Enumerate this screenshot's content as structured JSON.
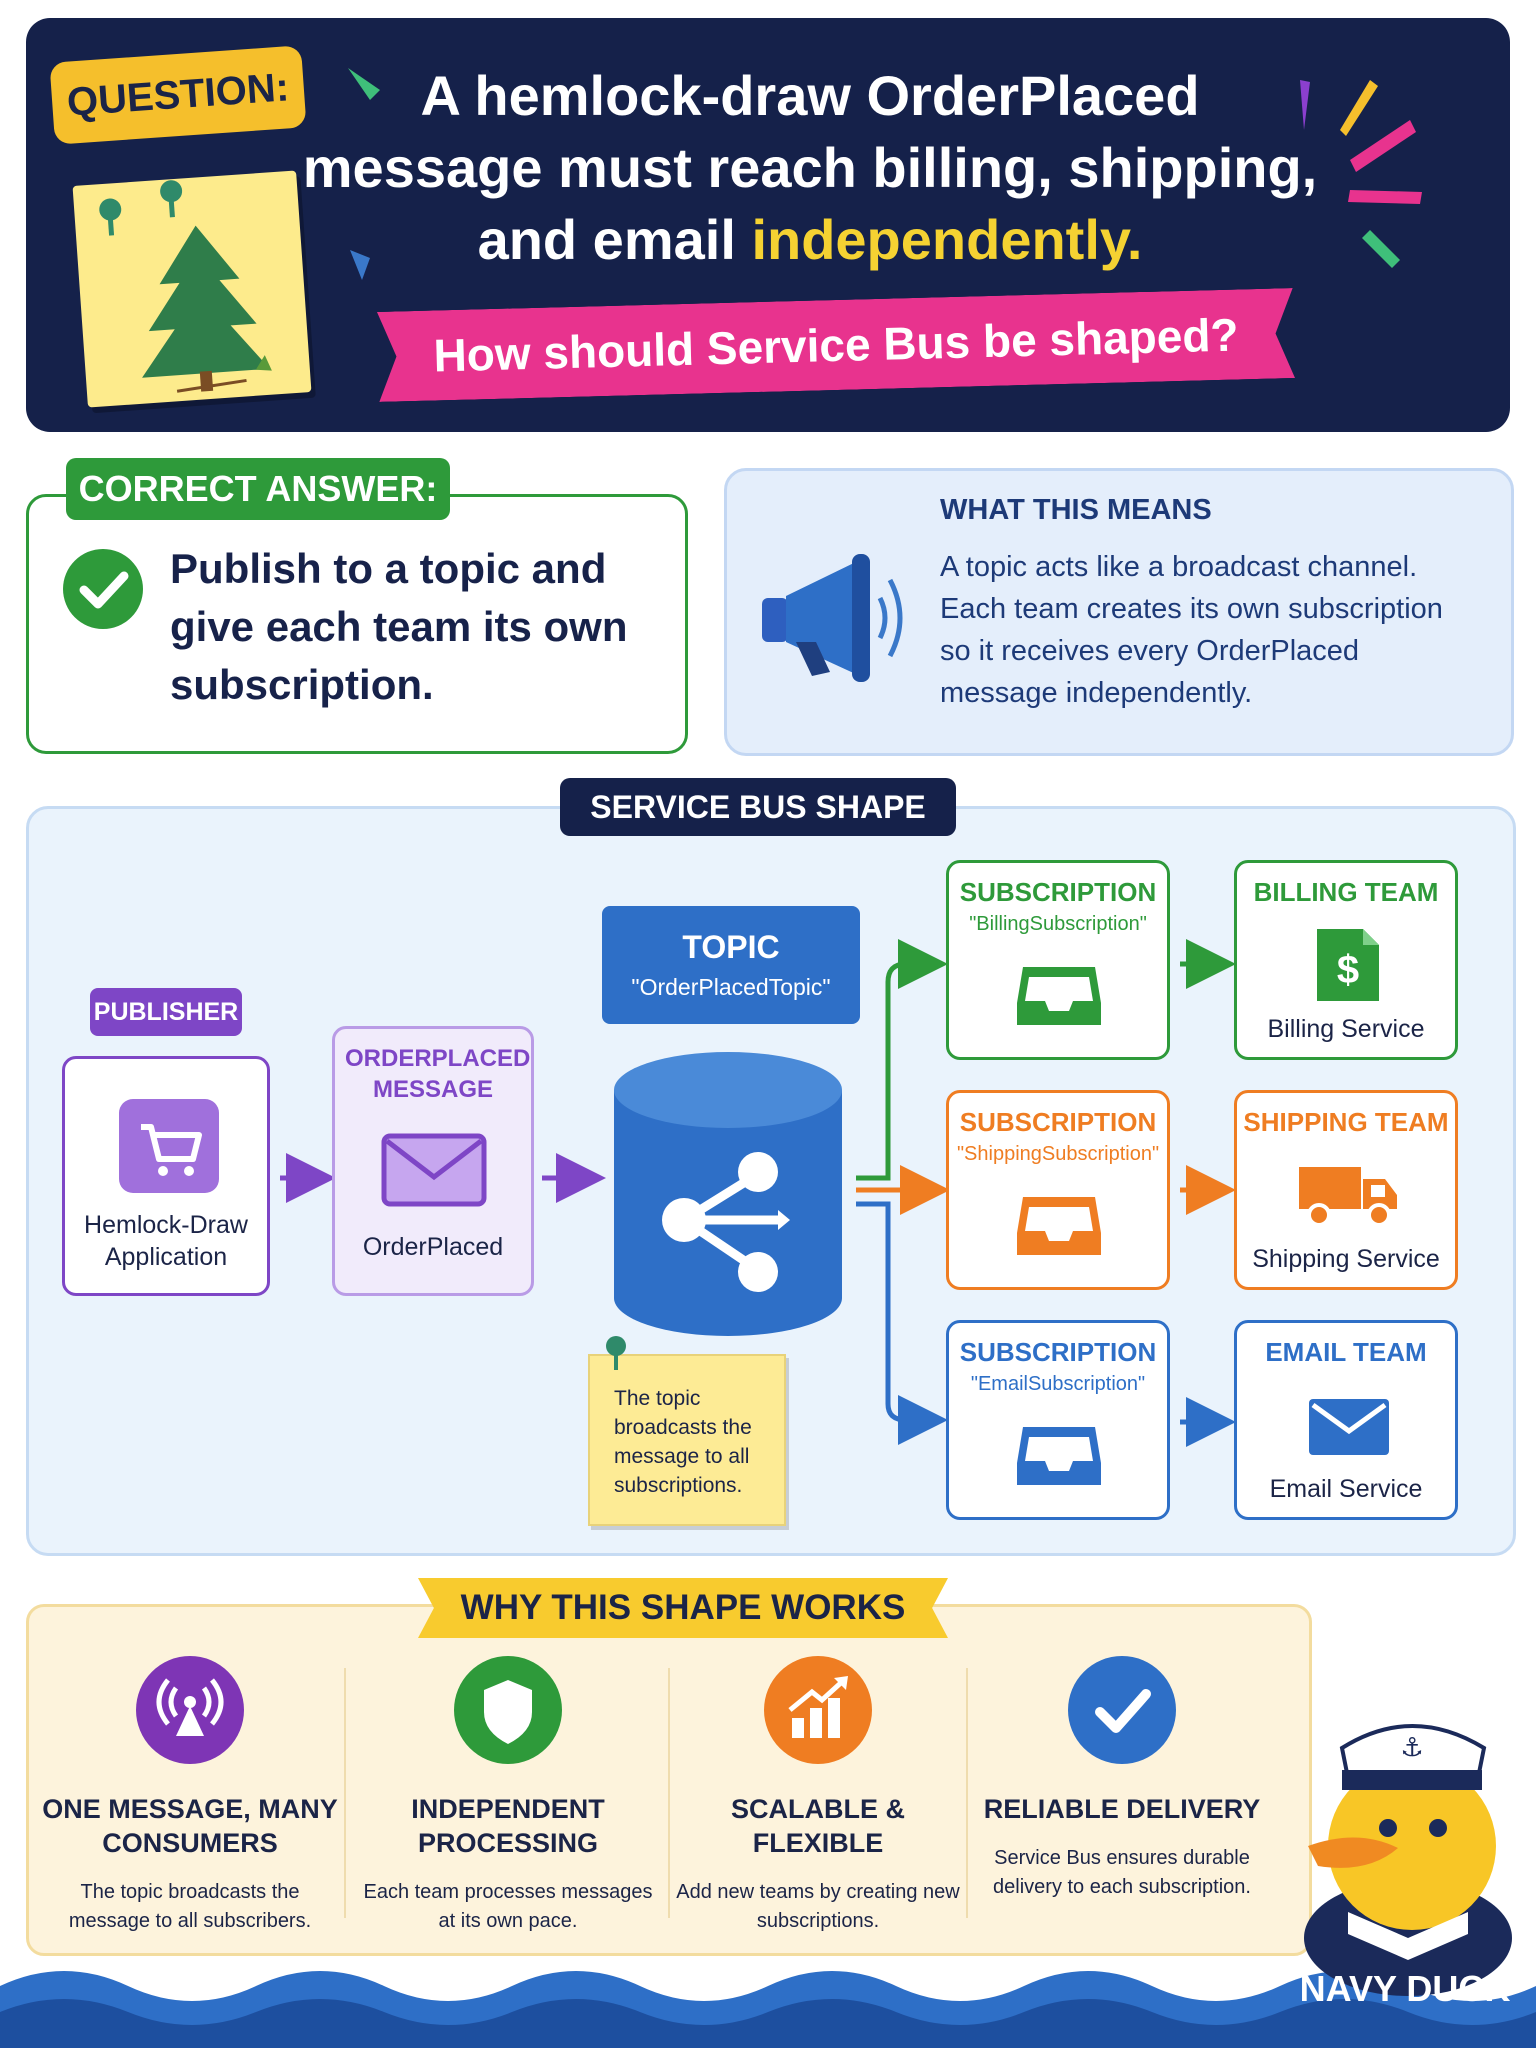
{
  "header": {
    "question_label": "QUESTION:",
    "line1": "A hemlock-draw OrderPlaced",
    "line2": "message must reach billing, shipping,",
    "line3_prefix": "and email ",
    "line3_highlight": "independently.",
    "subquestion": "How should Service Bus be shaped?"
  },
  "answer": {
    "tag": "CORRECT ANSWER:",
    "text": "Publish to a topic and give each team its own subscription."
  },
  "means": {
    "title": "WHAT THIS MEANS",
    "text": "A topic acts like a broadcast channel. Each team creates its own subscription so it receives every OrderPlaced message independently."
  },
  "diagram": {
    "title": "SERVICE BUS SHAPE",
    "publisher": {
      "tag": "PUBLISHER",
      "label": "Hemlock-Draw Application"
    },
    "message": {
      "title": "ORDERPLACED MESSAGE",
      "label": "OrderPlaced"
    },
    "topic": {
      "title": "TOPIC",
      "name": "\"OrderPlacedTopic\""
    },
    "note": "The topic broadcasts the message to all subscriptions.",
    "subscriptions": [
      {
        "title": "SUBSCRIPTION",
        "name": "\"BillingSubscription\"",
        "color": "#2e9a3a"
      },
      {
        "title": "SUBSCRIPTION",
        "name": "\"ShippingSubscription\"",
        "color": "#ef7d22"
      },
      {
        "title": "SUBSCRIPTION",
        "name": "\"EmailSubscription\"",
        "color": "#2e6fc7"
      }
    ],
    "teams": [
      {
        "title": "BILLING TEAM",
        "service": "Billing Service",
        "icon": "dollar-document-icon",
        "color": "#2e9a3a"
      },
      {
        "title": "SHIPPING TEAM",
        "service": "Shipping Service",
        "icon": "truck-icon",
        "color": "#ef7d22"
      },
      {
        "title": "EMAIL TEAM",
        "service": "Email Service",
        "icon": "envelope-icon",
        "color": "#2e6fc7"
      }
    ]
  },
  "why": {
    "title": "WHY THIS SHAPE WORKS",
    "items": [
      {
        "title": "ONE MESSAGE, MANY CONSUMERS",
        "desc": "The topic broadcasts the message to all subscribers.",
        "icon": "broadcast-antenna-icon",
        "color": "#7e35b5"
      },
      {
        "title": "INDEPENDENT PROCESSING",
        "desc": "Each team processes messages at its own pace.",
        "icon": "shield-icon",
        "color": "#2e9a3a"
      },
      {
        "title": "SCALABLE & FLEXIBLE",
        "desc": "Add new teams by creating new subscriptions.",
        "icon": "growth-chart-icon",
        "color": "#ef7d22"
      },
      {
        "title": "RELIABLE DELIVERY",
        "desc": "Service Bus ensures durable delivery to each subscription.",
        "icon": "checkmark-icon",
        "color": "#2e6fc7"
      }
    ]
  },
  "brand": "NAVY DUCK"
}
